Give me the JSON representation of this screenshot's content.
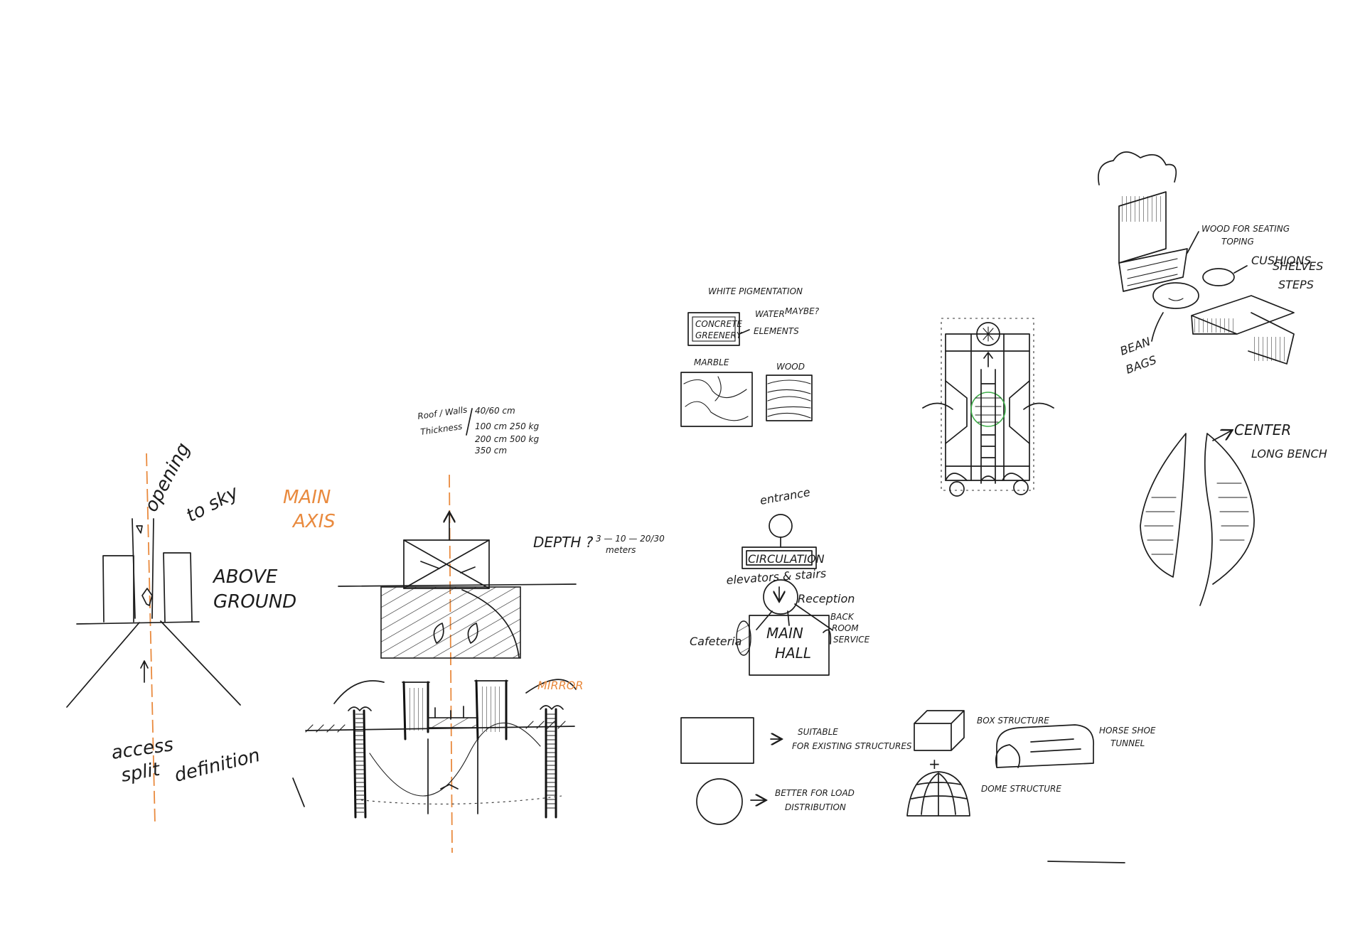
{
  "labels": {
    "opening_to_sky_1": "opening",
    "opening_to_sky_2": "to sky",
    "above_ground_1": "ABOVE",
    "above_ground_2": "GROUND",
    "access_1": "access",
    "access_2": "split",
    "access_3": "definition",
    "main_axis_1": "MAIN",
    "main_axis_2": "AXIS",
    "roof_1": "Roof / Walls",
    "roof_2": "Thickness",
    "roof_3": "40/60 cm",
    "roof_4": "100 cm  250 kg",
    "roof_5": "200 cm  500 kg",
    "roof_6": "350 cm",
    "depth": "DEPTH ?",
    "depth_vals": "3 — 10 — 20/30",
    "depth_unit": "meters",
    "mirror": "MIRROR",
    "white_pig": "WHITE PIGMENTATION",
    "concrete": "CONCRETE",
    "greenery": "GREENERY",
    "water": "WATER",
    "elements": "ELEMENTS",
    "maybe": "MAYBE?",
    "marble": "MARBLE",
    "wood": "WOOD",
    "entrance": "entrance",
    "circulation": "CIRCULATION",
    "elevators": "elevators & stairs",
    "reception": "Reception",
    "back_1": "BACK",
    "back_2": "ROOM",
    "back_3": "SERVICE",
    "cafeteria": "Cafeteria",
    "main_1": "MAIN",
    "main_2": "HALL",
    "suitable_1": "SUITABLE",
    "suitable_2": "FOR EXISTING STRUCTURES",
    "better_1": "BETTER FOR LOAD",
    "better_2": "DISTRIBUTION",
    "box": "BOX STRUCTURE",
    "dome": "DOME STRUCTURE",
    "horse_1": "HORSE SHOE",
    "horse_2": "TUNNEL",
    "wood_seat_1": "WOOD FOR SEATING",
    "wood_seat_2": "TOPING",
    "cushions": "CUSHIONS",
    "shelves_1": "SHELVES",
    "shelves_2": "STEPS",
    "bean_1": "BEAN",
    "bean_2": "BAGS",
    "center": "CENTER",
    "long_bench": "LONG BENCH",
    "plus": "+"
  },
  "colors": {
    "ink": "#1c1c1c",
    "axis_orange": "#e98a3e",
    "planting_green": "#3fae4a",
    "paper": "#ffffff"
  }
}
